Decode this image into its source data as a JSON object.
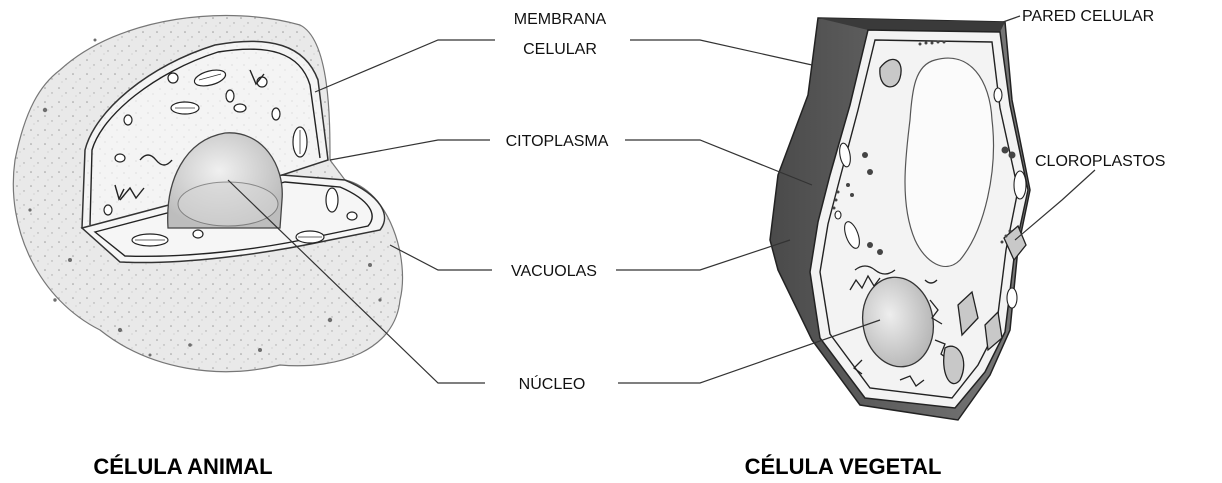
{
  "labels": {
    "membrana_line1": "MEMBRANA",
    "membrana_line2": "CELULAR",
    "citoplasma": "CITOPLASMA",
    "vacuolas": "VACUOLAS",
    "nucleo": "NÚCLEO",
    "pared_celular": "PARED CELULAR",
    "cloroplastos": "CLOROPLASTOS"
  },
  "captions": {
    "animal": "CÉLULA ANIMAL",
    "vegetal": "CÉLULA VEGETAL"
  }
}
